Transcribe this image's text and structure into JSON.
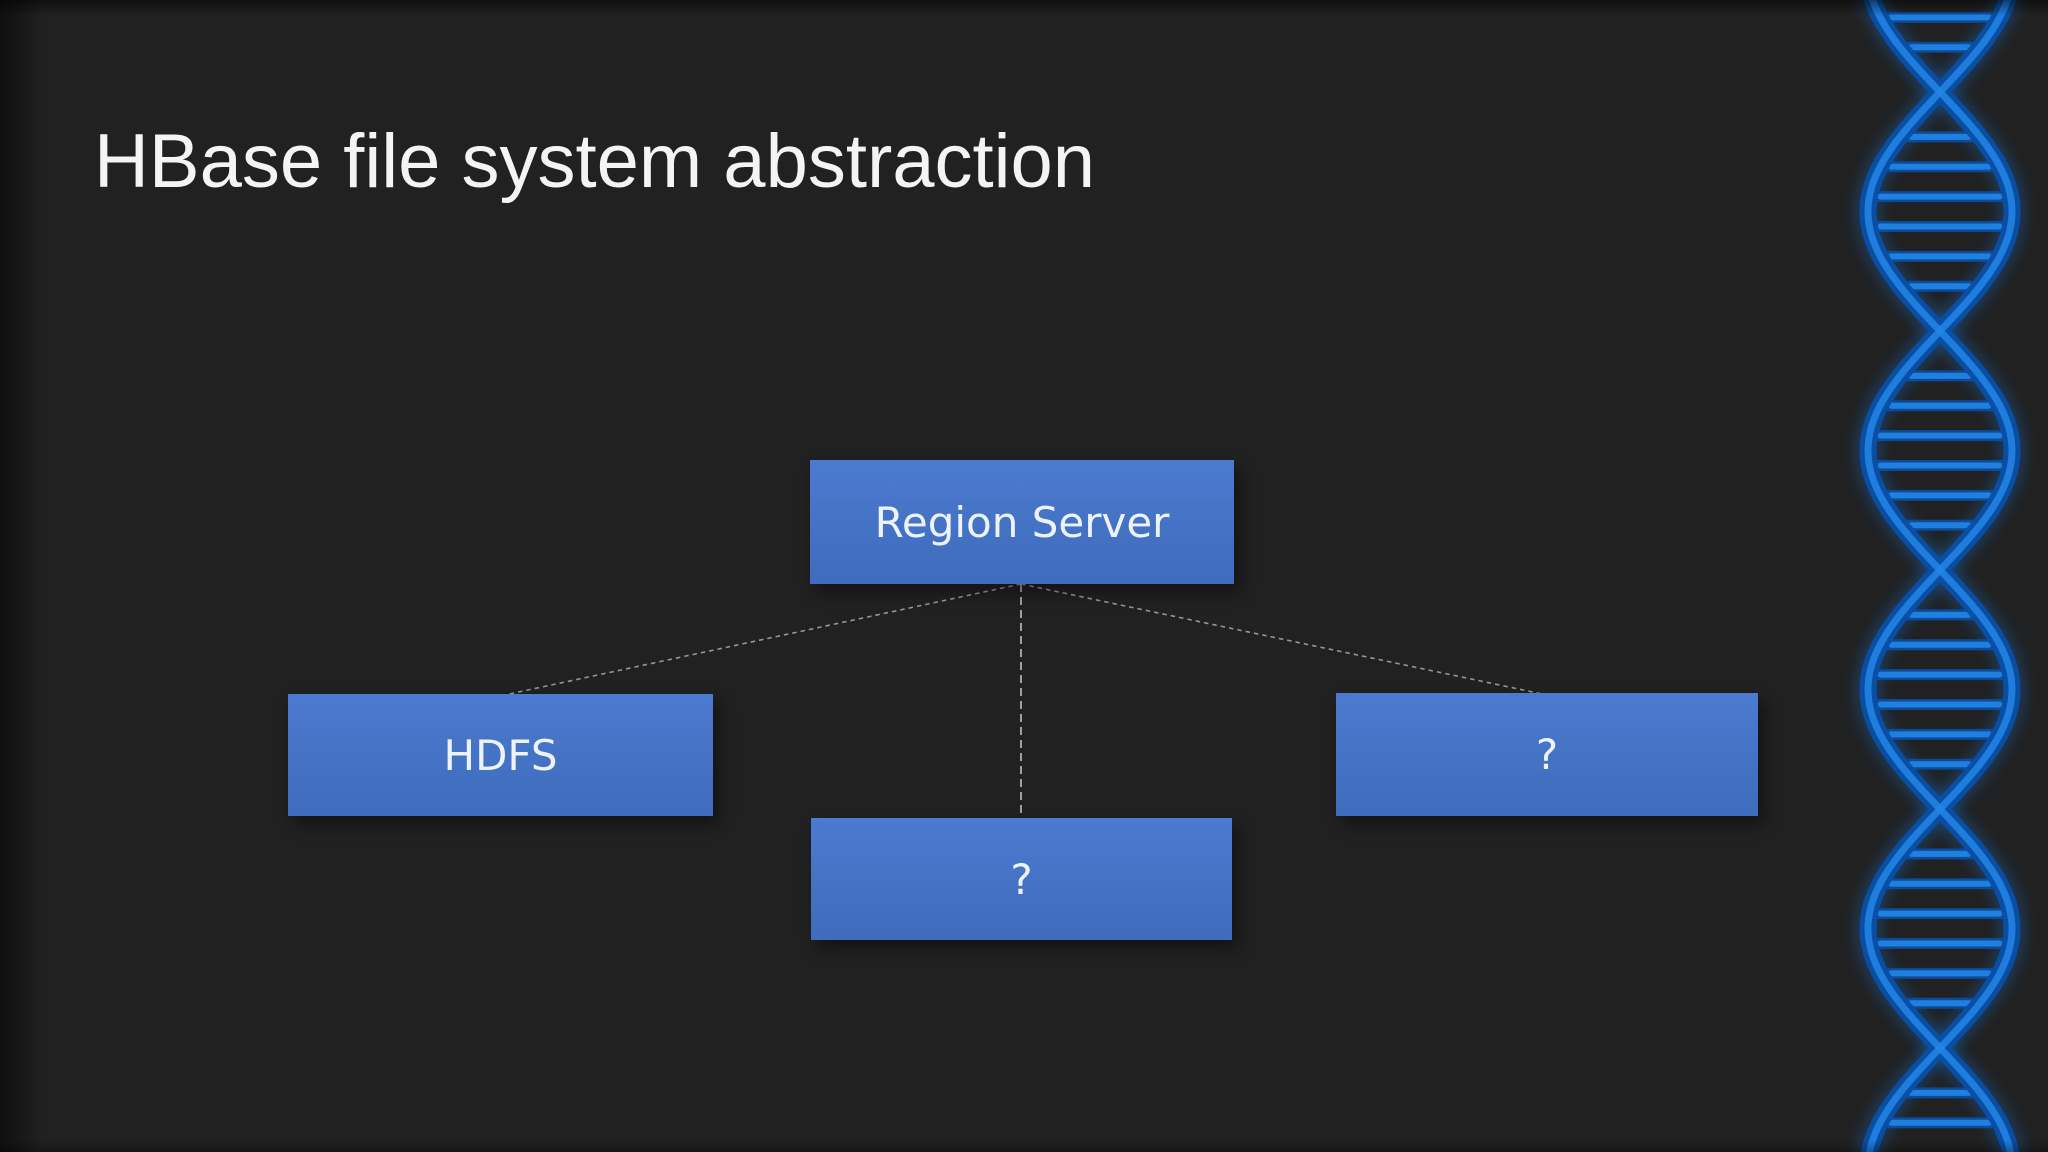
{
  "slide": {
    "title": "HBase file system abstraction",
    "background_color": "#212121",
    "title_color": "#f4f4f4"
  },
  "diagram": {
    "nodes": [
      {
        "id": "region-server",
        "label": "Region Server"
      },
      {
        "id": "hdfs",
        "label": "HDFS"
      },
      {
        "id": "unknown-middle",
        "label": "?"
      },
      {
        "id": "unknown-right",
        "label": "?"
      }
    ],
    "node_fill": "#4472c4",
    "node_text_color": "#eef3fb",
    "connector_color": "#ababab",
    "connector_style": "dashed"
  },
  "decoration": {
    "dna_helix_icon": "dna-double-helix",
    "dna_colors": {
      "base": "#0a4fa6",
      "bright": "#2286e8",
      "glow": "#1272d8"
    }
  }
}
